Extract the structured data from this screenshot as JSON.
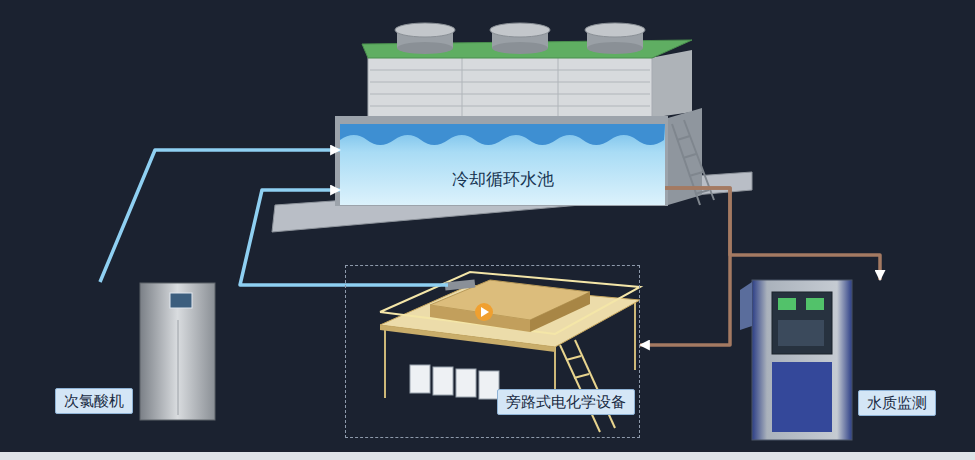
{
  "diagram": {
    "nodes": [
      {
        "text": [
          "冷却循环水池"
        ]
      },
      {
        "text": [
          "次氯酸机"
        ]
      },
      {
        "text": [
          "旁路式电化学设备"
        ]
      },
      {
        "text": [
          "水质监测"
        ]
      }
    ],
    "edges": [
      {
        "from": 1,
        "to": 0,
        "arrow": "to"
      },
      {
        "from": 2,
        "to": 0,
        "arrow": "to"
      },
      {
        "from": 0,
        "to": 2,
        "arrow": "to"
      },
      {
        "from": 0,
        "to": 3,
        "arrow": "to"
      }
    ]
  }
}
